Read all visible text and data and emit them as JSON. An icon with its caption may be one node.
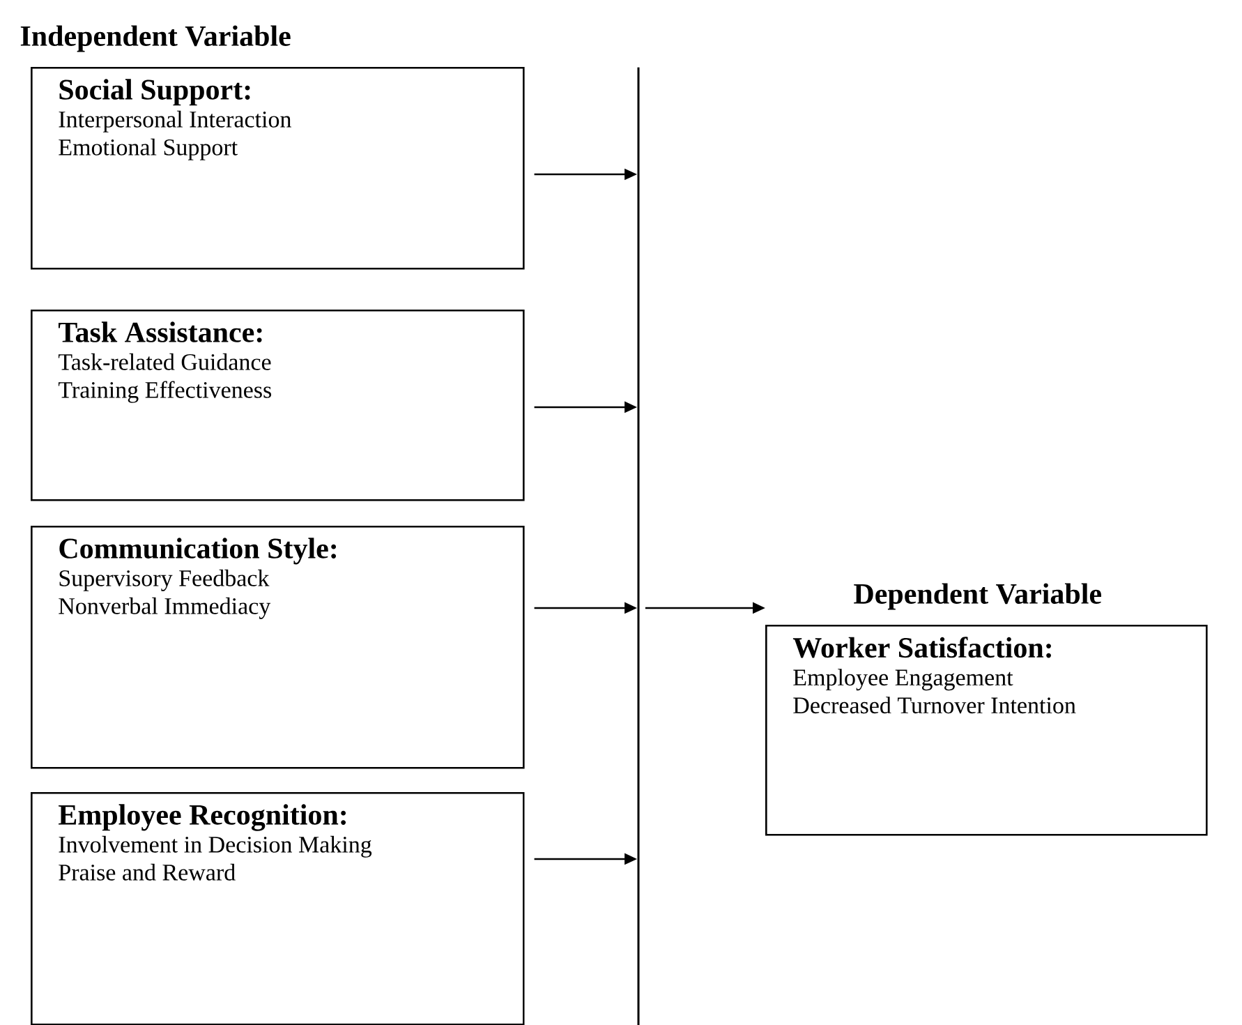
{
  "diagram": {
    "nodes": [
      {
        "text": [
          "Social Support:",
          "Interpersonal Interaction",
          "Emotional Support"
        ]
      },
      {
        "text": [
          "Task Assistance:",
          "Task-related Guidance",
          "Training Effectiveness"
        ]
      },
      {
        "text": [
          "Communication Style:",
          "Supervisory Feedback",
          "Nonverbal Immediacy"
        ]
      },
      {
        "text": [
          "Employee Recognition:",
          "Involvement in Decision Making",
          "Praise and Reward"
        ]
      },
      {
        "text": [],
        "shape": "bar"
      },
      {
        "text": [
          "Worker Satisfaction:",
          "Employee Engagement",
          "Decreased Turnover Intention"
        ]
      }
    ],
    "edges": [
      {
        "from": 0,
        "to": 4,
        "arrow": "to"
      },
      {
        "from": 1,
        "to": 4,
        "arrow": "to"
      },
      {
        "from": 2,
        "to": 4,
        "arrow": "to"
      },
      {
        "from": 3,
        "to": 4,
        "arrow": "to"
      },
      {
        "from": 4,
        "to": 5,
        "arrow": "to"
      }
    ],
    "labels": [
      "Independent Variable",
      "Dependent Variable"
    ]
  }
}
